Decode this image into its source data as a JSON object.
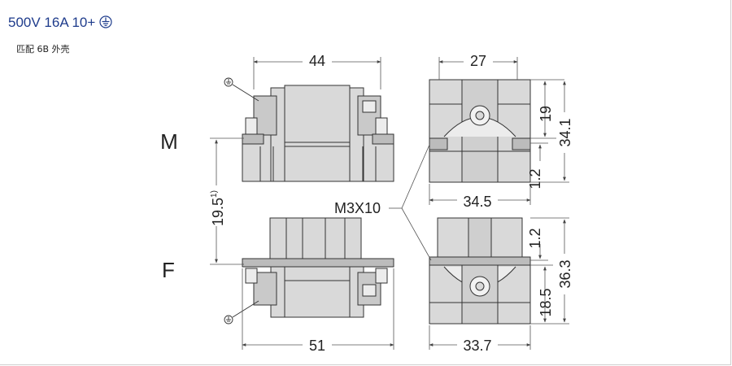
{
  "header": {
    "title": "500V 16A 10+",
    "subtitle": "匹配 6B 外壳"
  },
  "views": {
    "male_label": "M",
    "female_label": "F"
  },
  "dimensions": {
    "m_width": "44",
    "m_depth": "27",
    "m_upper": "19",
    "m_height": "34.1",
    "m_gap": "1.2",
    "m_base": "34.5",
    "f_width": "51",
    "f_base": "33.7",
    "f_gap": "1.2",
    "f_height": "36.3",
    "f_lower": "18.5",
    "spacing": "19.5",
    "spacing_note": "1)",
    "screw": "M3X10"
  },
  "colors": {
    "title": "#1f3c8c",
    "body_fill": "#d9d9d9",
    "line": "#333333",
    "dimension_line": "#555555"
  }
}
